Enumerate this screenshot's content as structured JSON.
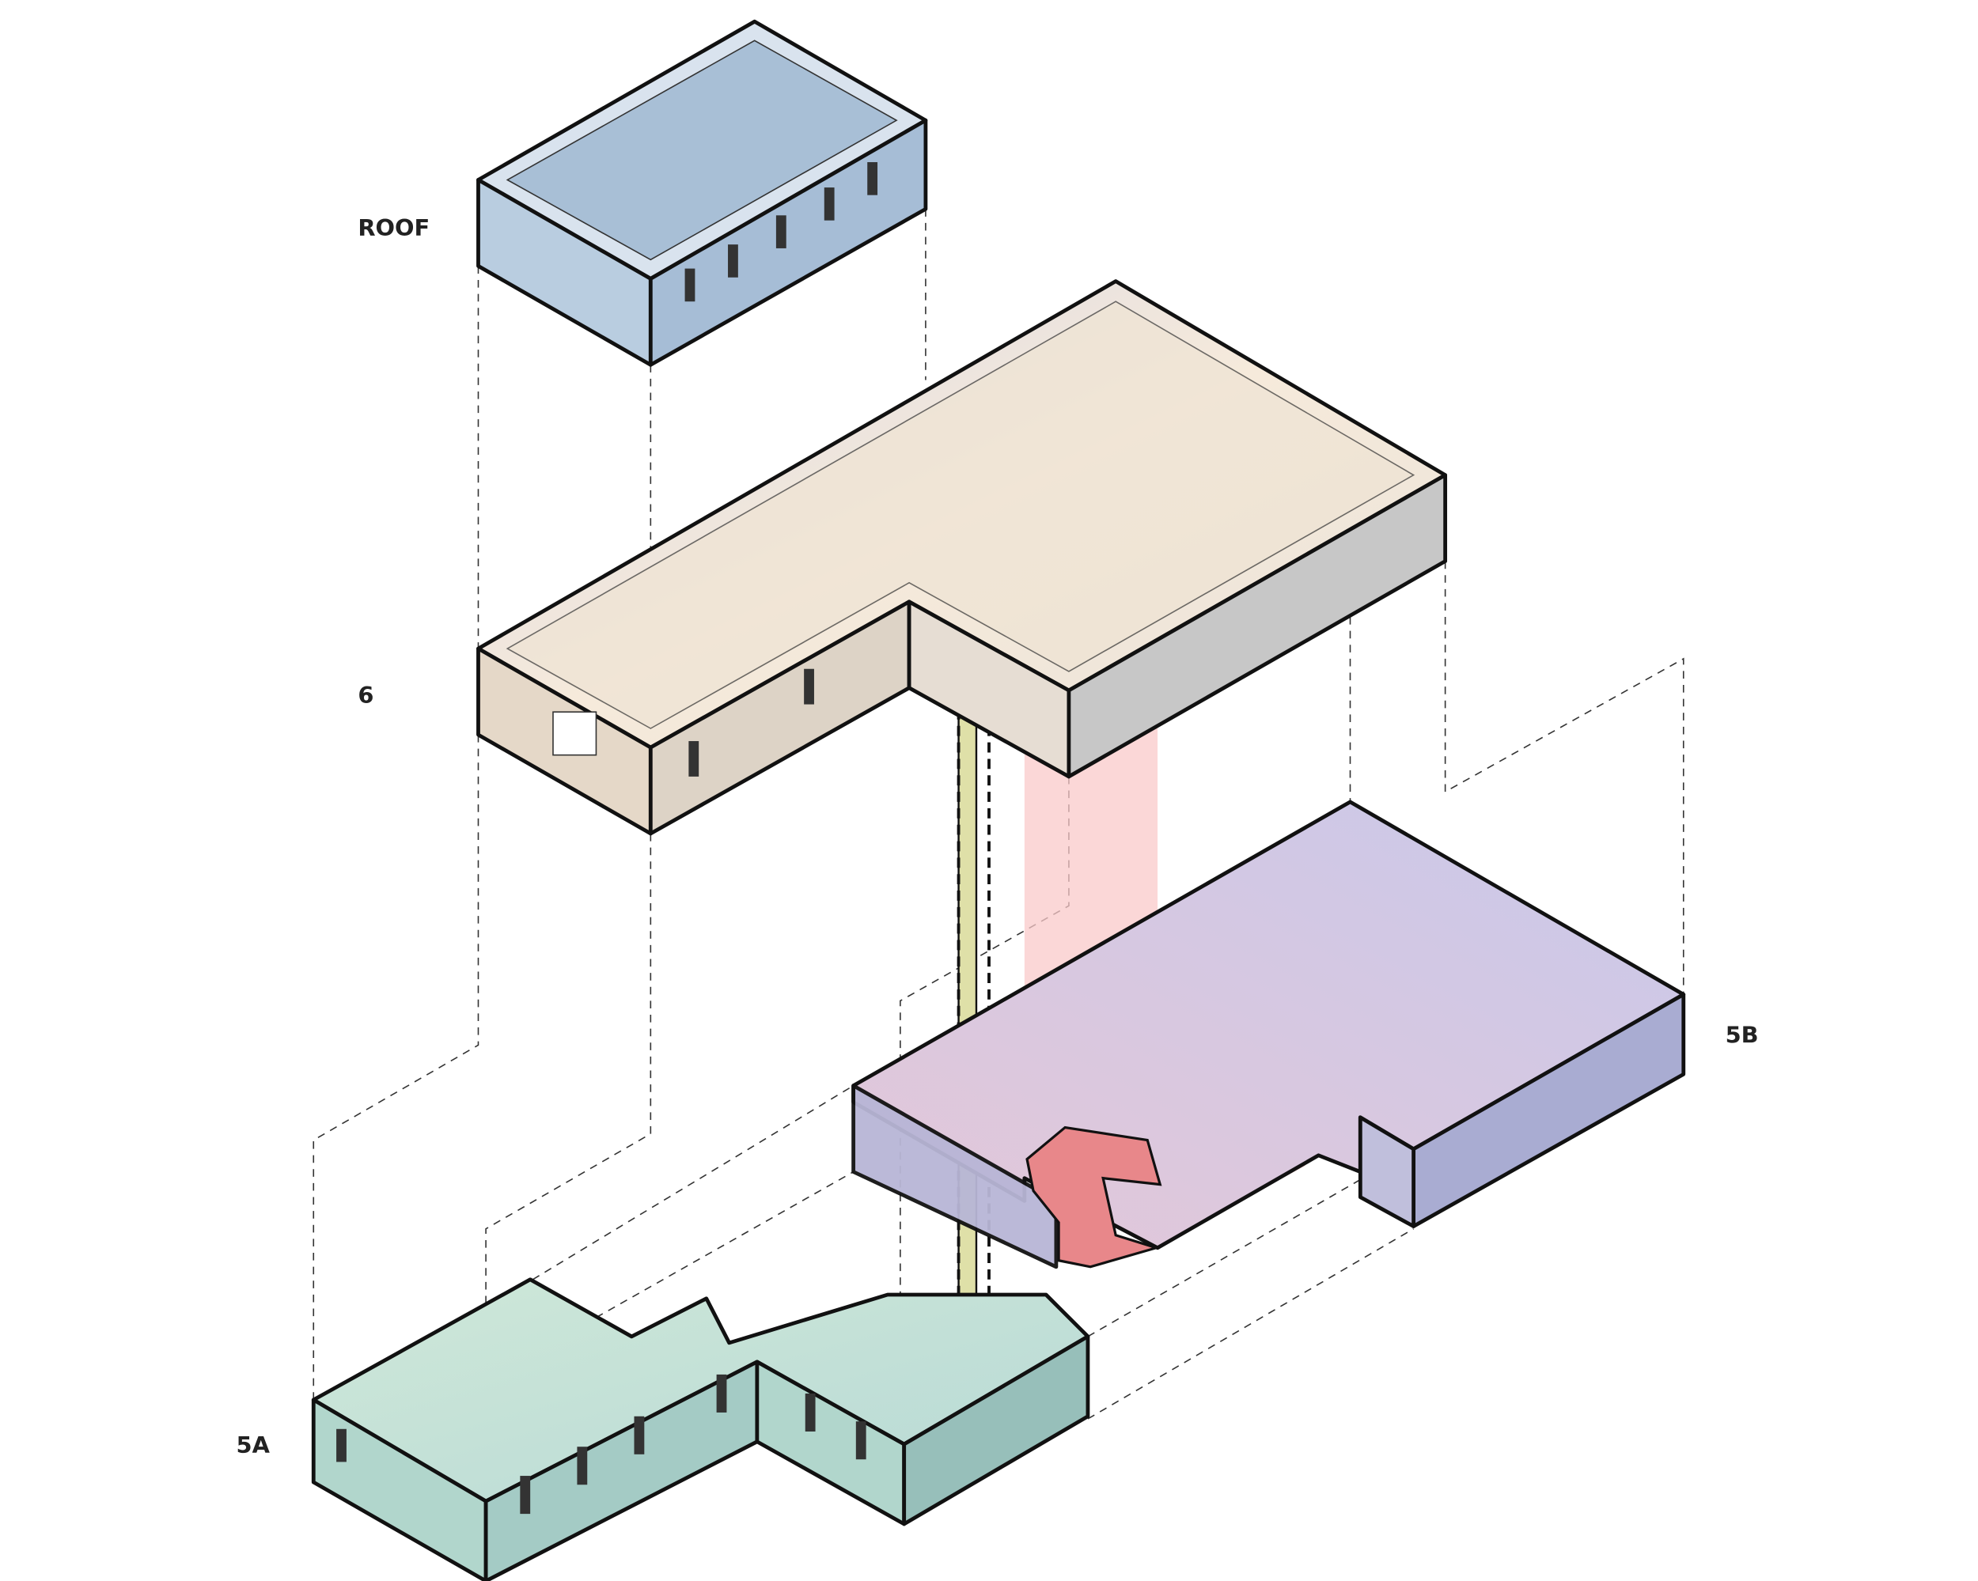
{
  "diagram": {
    "levels": [
      {
        "label": "ROOF",
        "color": "#b9cde0"
      },
      {
        "label": "6",
        "color": "#e6dccf"
      },
      {
        "label": "5B",
        "color": "#b7b9d8"
      },
      {
        "label": "5A",
        "color": "#a9cfc7"
      }
    ],
    "accents": {
      "stair": "#e8878a",
      "stair_projection": "#f9c9c9",
      "shaft": "#dfe0a8"
    }
  }
}
